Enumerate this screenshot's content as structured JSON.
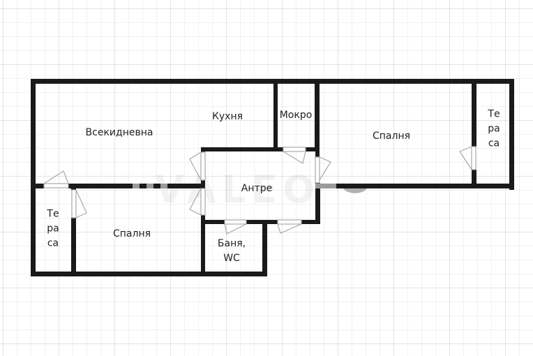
{
  "floor_plan": {
    "colors": {
      "background": "#ffffff",
      "grid": "#eeeeee",
      "wall": "#1a1a1a",
      "door_line": "#aaaaaa",
      "window": "#999999",
      "text": "#222222"
    },
    "rooms": [
      {
        "id": "living",
        "label": "Всекидневна"
      },
      {
        "id": "kitchen",
        "label": "Кухня"
      },
      {
        "id": "utility",
        "label": "Мокро"
      },
      {
        "id": "bedroom_right",
        "label": "Спалня"
      },
      {
        "id": "terrace_right",
        "label": "Те\nра\nса"
      },
      {
        "id": "hallway",
        "label": "Антре"
      },
      {
        "id": "terrace_left",
        "label": "Те\nра\nса"
      },
      {
        "id": "bedroom_left",
        "label": "Спалня"
      },
      {
        "id": "bathroom",
        "label": "Баня,\nWC"
      }
    ],
    "watermark": "VALEO"
  }
}
